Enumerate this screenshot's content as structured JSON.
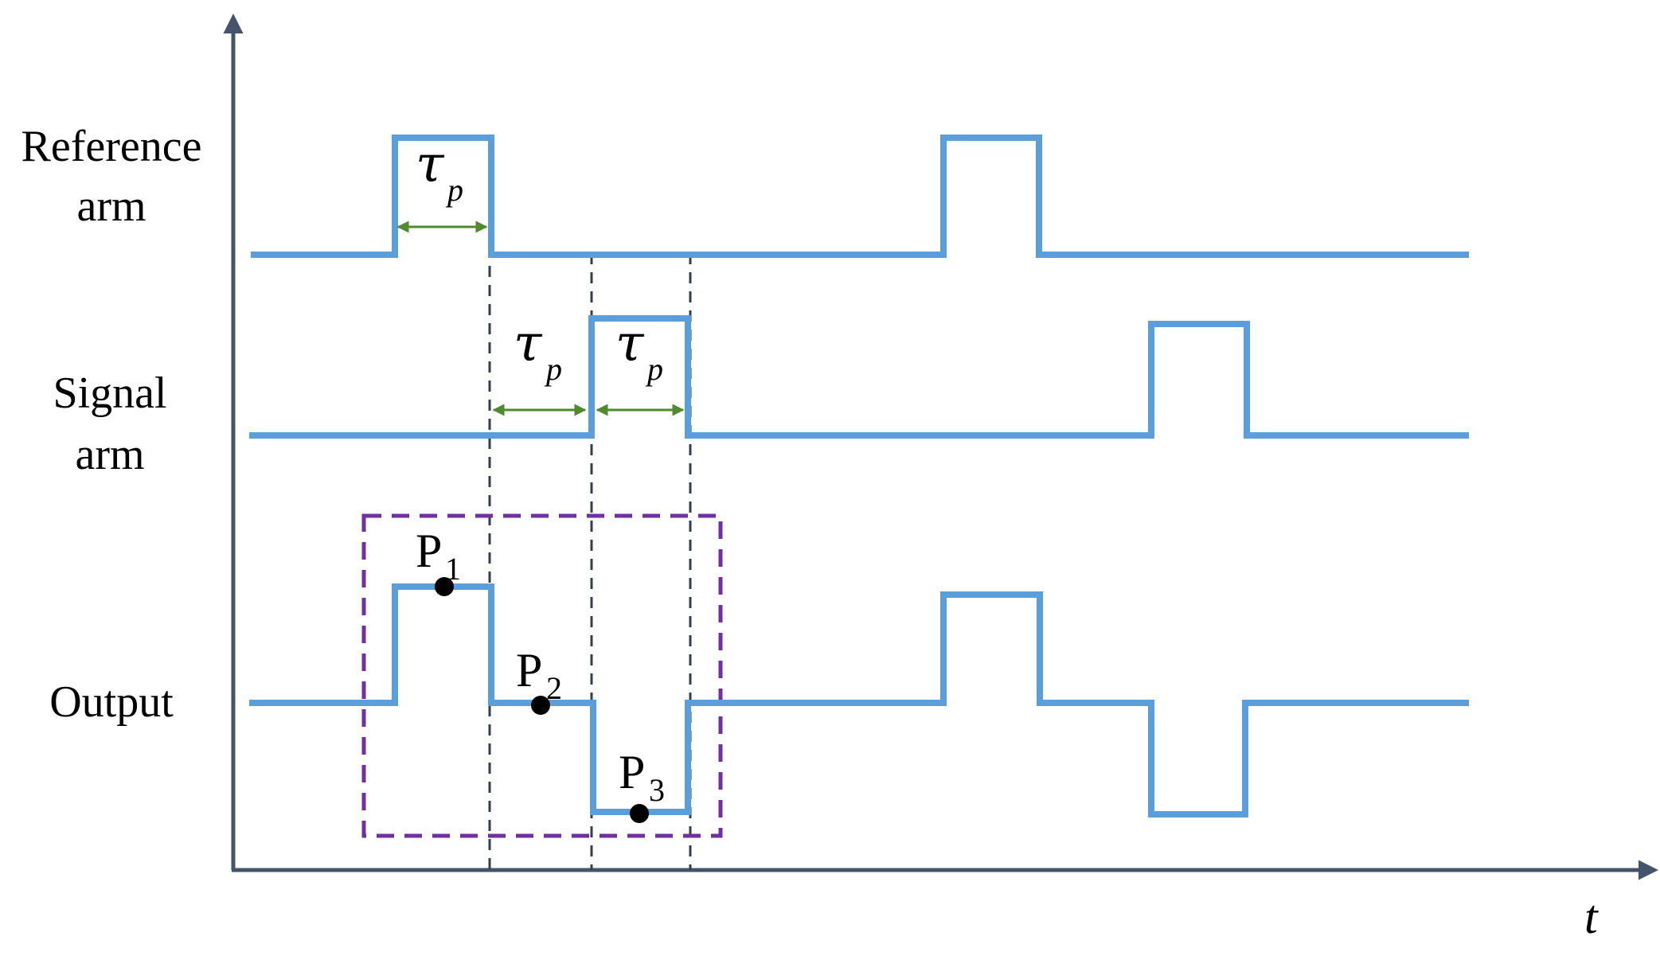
{
  "labels": {
    "reference_line1": "Reference",
    "reference_line2": "arm",
    "signal_line1": "Signal",
    "signal_line2": "arm",
    "output": "Output",
    "axis_t": "t"
  },
  "tau": {
    "symbol": "τ",
    "subscript": "p"
  },
  "points": [
    {
      "letter": "P",
      "index": "1"
    },
    {
      "letter": "P",
      "index": "2"
    },
    {
      "letter": "P",
      "index": "3"
    }
  ],
  "colors": {
    "signal_trace": "#5a9fdb",
    "axis": "#44546a",
    "guide_dashed": "#333f50",
    "arrow": "#4f8a2e",
    "highlight_box": "#7030a0",
    "point": "#000000"
  }
}
